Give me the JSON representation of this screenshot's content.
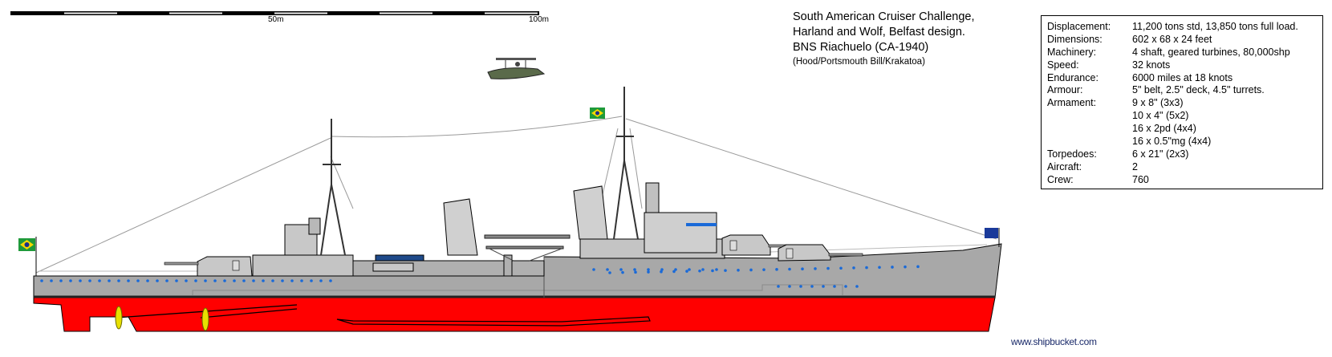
{
  "scale": {
    "mid_label": "50m",
    "end_label": "100m"
  },
  "title": {
    "line1": "South American Cruiser Challenge,",
    "line2": "Harland and Wolf, Belfast design.",
    "line3": "BNS Riachuelo (CA-1940)",
    "credit": "(Hood/Portsmouth Bill/Krakatoa)"
  },
  "specs": [
    {
      "label": "Displacement:",
      "value": "11,200 tons std, 13,850 tons full load."
    },
    {
      "label": "Dimensions:",
      "value": "602 x 68 x 24 feet"
    },
    {
      "label": "Machinery:",
      "value": "4 shaft, geared turbines, 80,000shp"
    },
    {
      "label": "Speed:",
      "value": "32 knots"
    },
    {
      "label": "Endurance:",
      "value": "6000 miles at 18 knots"
    },
    {
      "label": "Armour:",
      "value": "5\" belt, 2.5\" deck, 4.5\" turrets."
    },
    {
      "label": "Armament:",
      "value": "9 x 8\" (3x3)"
    },
    {
      "label": "",
      "value": "10 x 4\" (5x2)"
    },
    {
      "label": "",
      "value": "16 x 2pd (4x4)"
    },
    {
      "label": "",
      "value": "16 x 0.5\"mg (4x4)"
    },
    {
      "label": "Torpedoes:",
      "value": "6 x 21\" (2x3)"
    },
    {
      "label": "Aircraft:",
      "value": "2"
    },
    {
      "label": "Crew:",
      "value": "760"
    }
  ],
  "watermark": "www.shipbucket.com",
  "colors": {
    "hull_grey": "#a8a8a8",
    "superstructure": "#c8c8c8",
    "antifouling": "#ff0000",
    "porthole": "#1a6ad8",
    "flag_green": "#1f9a3a",
    "flag_yellow": "#f4d800"
  }
}
